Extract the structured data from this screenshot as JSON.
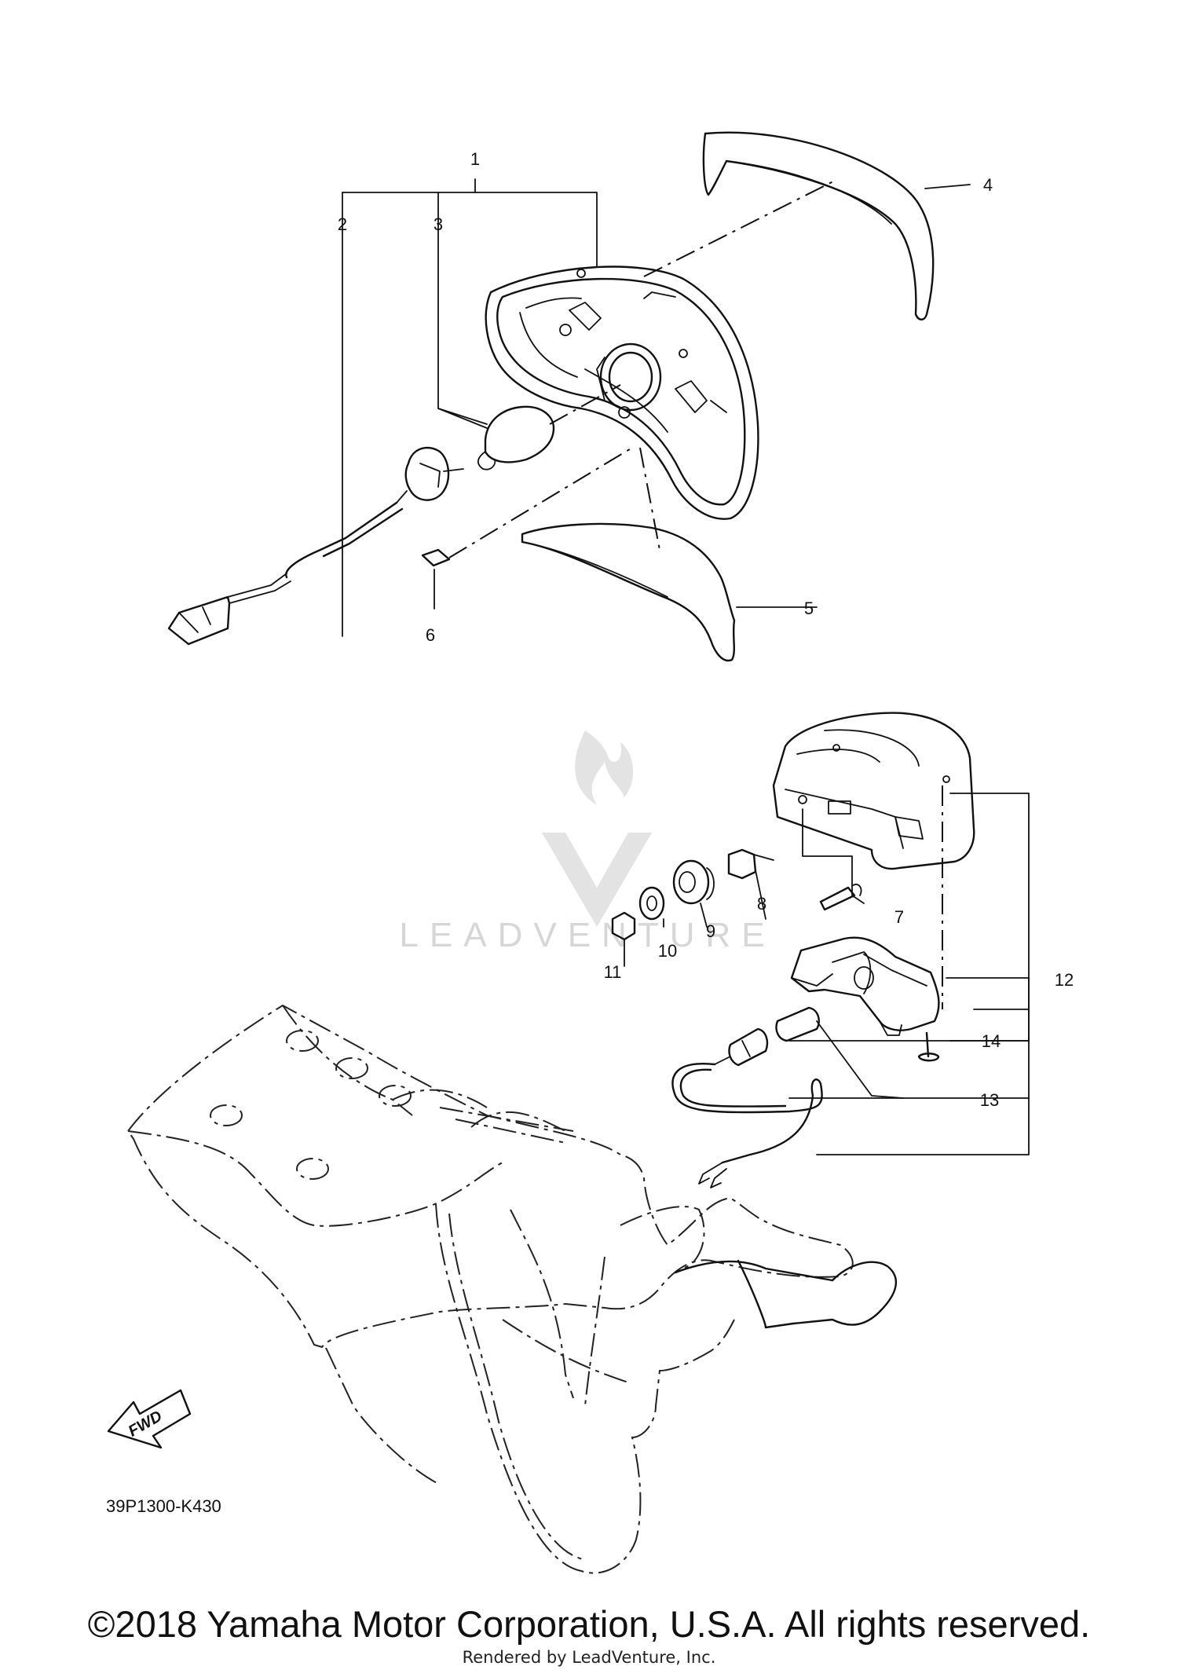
{
  "diagram": {
    "callouts": [
      "1",
      "2",
      "3",
      "4",
      "5",
      "6",
      "7",
      "8",
      "9",
      "10",
      "11",
      "12",
      "13",
      "14"
    ],
    "drawing_code": "39P1300-K430",
    "fwd_label": "FWD",
    "watermark_text": "LEADVENTURE"
  },
  "footer": {
    "copyright": "©2018 Yamaha Motor Corporation, U.S.A. All rights reserved.",
    "rendered_by": "Rendered by LeadVenture, Inc."
  }
}
